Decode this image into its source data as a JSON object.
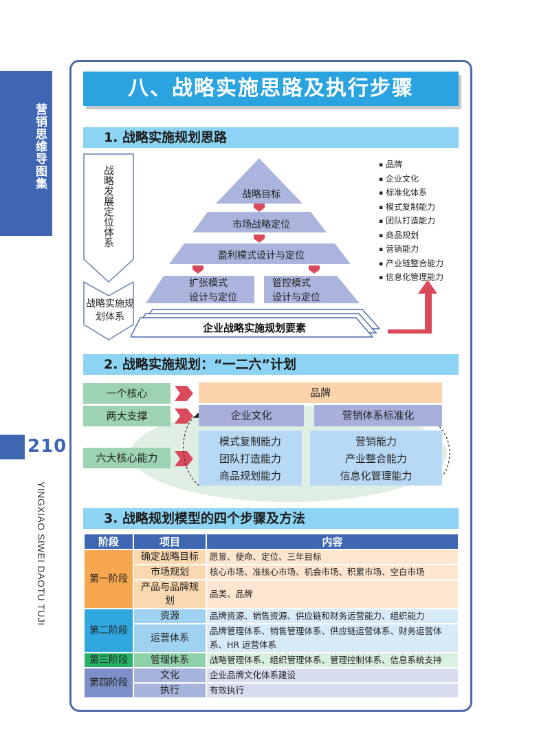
{
  "side_tab": {
    "title": "营销思维导图集"
  },
  "page": {
    "number": "210",
    "spine_text": "YINGXIAO SIWEI DAOTU TUJI"
  },
  "main_title": "八、战略实施思路及执行步骤",
  "section1": {
    "heading": "1. 战略实施规划思路",
    "arrow_top": "战略发展定位体系",
    "arrow_bottom": "战略实施规划体系",
    "pyramid": {
      "level1": "战略目标",
      "level2": "市场战略定位",
      "level3": "盈利模式设计与定位",
      "level4_left_line1": "扩张模式",
      "level4_left_line2": "设计与定位",
      "level4_right_line1": "管控模式",
      "level4_right_line2": "设计与定位",
      "base": "企业战略实施规划要素"
    },
    "elements": [
      "品牌",
      "企业文化",
      "标准化体系",
      "模式复制能力",
      "团队打造能力",
      "商品规划",
      "营销能力",
      "产业链整合能力",
      "信息化管理能力"
    ],
    "colors": {
      "pyramid": "#aab4dc",
      "chevron": "#d94a5a"
    }
  },
  "section2": {
    "heading": "2. 战略实施规划：“一二六”计划",
    "labels": [
      "一个核心",
      "两大支撑",
      "六大核心能力"
    ],
    "core": "品牌",
    "supports": [
      "企业文化",
      "营销体系标准化"
    ],
    "abilities_left": [
      "模式复制能力",
      "团队打造能力",
      "商品规划能力"
    ],
    "abilities_right": [
      "营销能力",
      "产业整合能力",
      "信息化管理能力"
    ]
  },
  "section3": {
    "heading": "3. 战略规划模型的四个步骤及方法",
    "columns": [
      "阶段",
      "项目",
      "内容"
    ],
    "rows": [
      {
        "stage": "第一阶段",
        "item": "确定战略目标",
        "content": "愿景、使命、定位、三年目标"
      },
      {
        "stage": "",
        "item": "市场规划",
        "content": "核心市场、准核心市场、机会市场、积累市场、空白市场"
      },
      {
        "stage": "",
        "item": "产品与品牌规划",
        "content": "品类、品牌"
      },
      {
        "stage": "第二阶段",
        "item": "资源",
        "content": "品牌资源、销售资源、供应链和财务运营能力、组织能力"
      },
      {
        "stage": "",
        "item": "运营体系",
        "content": "品牌管理体系、销售管理体系、供应链运营体系、财务运营体系、HR 运营体系"
      },
      {
        "stage": "第三阶段",
        "item": "管理体系",
        "content": "战略管理体系、组织管理体系、管理控制体系、信息系统支持"
      },
      {
        "stage": "第四阶段",
        "item": "文化",
        "content": "企业品牌文化体系建设"
      },
      {
        "stage": "",
        "item": "执行",
        "content": "有效执行"
      }
    ]
  }
}
